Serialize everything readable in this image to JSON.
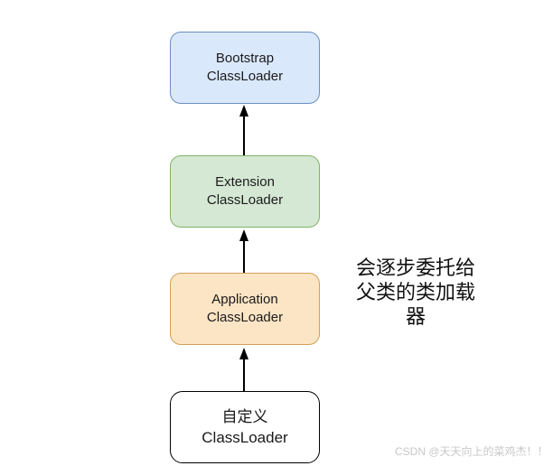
{
  "diagram": {
    "boxes": [
      {
        "name": "bootstrap-classloader",
        "line1": "Bootstrap",
        "line2": "ClassLoader",
        "fill": "#dae8fc",
        "border": "#6c8ebf"
      },
      {
        "name": "extension-classloader",
        "line1": "Extension",
        "line2": "ClassLoader",
        "fill": "#d5e8d4",
        "border": "#82b366"
      },
      {
        "name": "application-classloader",
        "line1": "Application",
        "line2": "ClassLoader",
        "fill": "#fce5c5",
        "border": "#d2a05a"
      },
      {
        "name": "custom-classloader",
        "line1": "自定义",
        "line2": "ClassLoader",
        "fill": "#ffffff",
        "border": "#000000"
      }
    ],
    "arrows": [
      {
        "from": "custom-classloader",
        "to": "application-classloader",
        "direction": "up",
        "color": "#000000"
      },
      {
        "from": "application-classloader",
        "to": "extension-classloader",
        "direction": "up",
        "color": "#000000"
      },
      {
        "from": "extension-classloader",
        "to": "bootstrap-classloader",
        "direction": "up",
        "color": "#000000"
      }
    ],
    "annotation": {
      "lines": [
        "会逐步委托给",
        "父类的类加载",
        "器"
      ],
      "color": "#111111"
    }
  },
  "watermark": {
    "text": "CSDN @天天向上的菜鸡杰！！",
    "color": "#c8c8c8"
  }
}
